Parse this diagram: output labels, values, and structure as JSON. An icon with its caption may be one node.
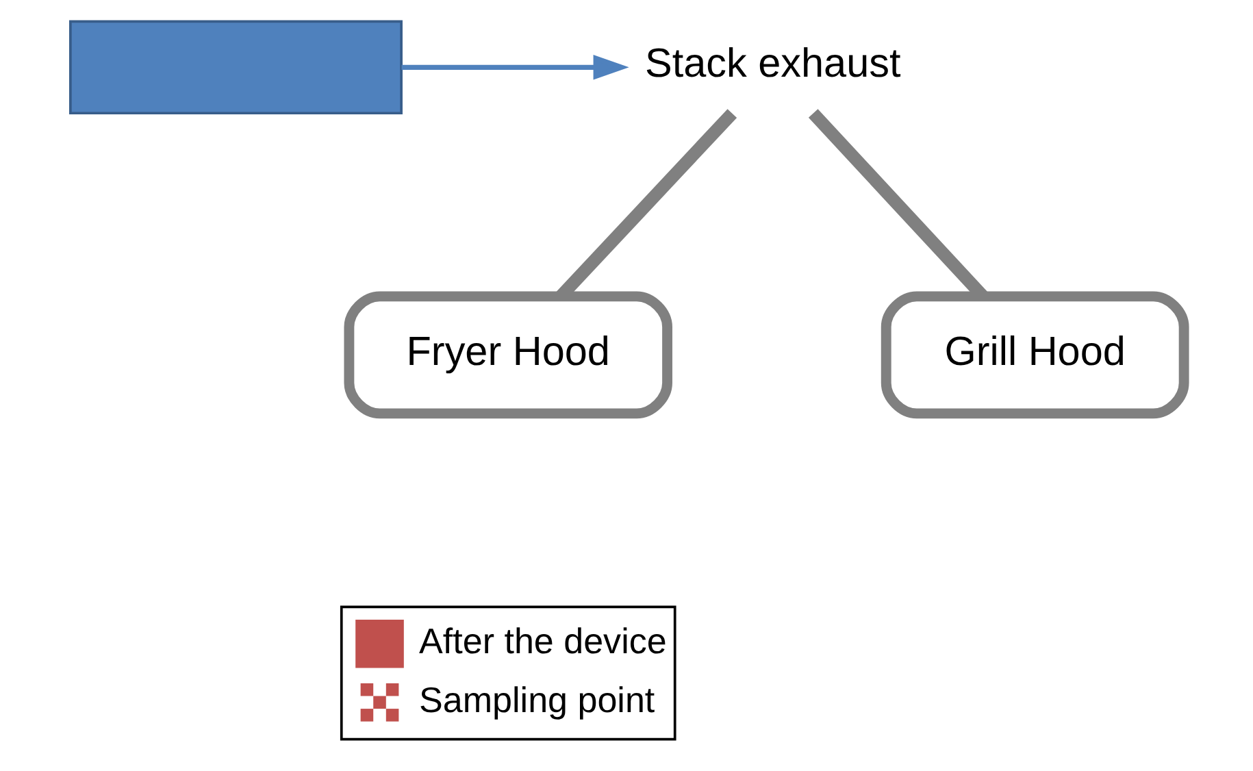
{
  "diagram": {
    "nodes": [
      {
        "text": [
          "Stack exhaust"
        ]
      },
      {
        "text": [],
        "shape": "box"
      },
      {
        "text": [
          "Fryer Hood"
        ]
      },
      {
        "text": [
          "Grill Hood"
        ]
      }
    ],
    "edges": [
      {
        "from": 2,
        "to": 0,
        "arrow": "none"
      },
      {
        "from": 3,
        "to": 0,
        "arrow": "none"
      },
      {
        "from": 1,
        "to": 0,
        "arrow": "to",
        "color": "#4f81bd"
      }
    ],
    "legend": [
      {
        "text": "After the device",
        "color": "#c0504d"
      },
      {
        "text": "Sampling point"
      }
    ]
  }
}
